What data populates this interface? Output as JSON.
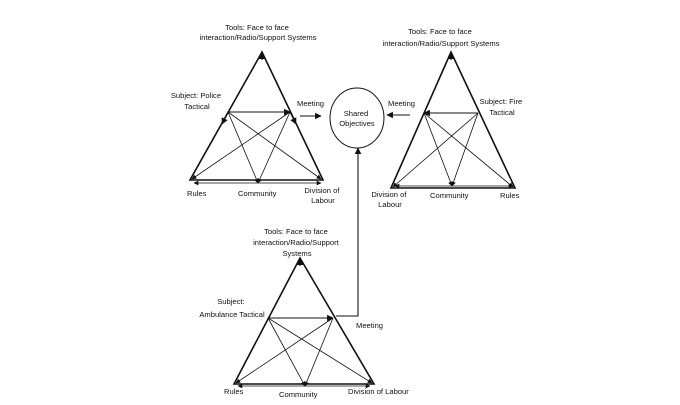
{
  "shared_objectives": [
    "Shared",
    "Objectives"
  ],
  "police": {
    "tools": [
      "Tools: Face to face",
      "interaction/Radio/Support Systems"
    ],
    "subject": [
      "Subject: Police",
      "Tactical"
    ],
    "meeting": "Meeting",
    "rules": "Rules",
    "community": "Community",
    "division": [
      "Division of",
      "Labour"
    ]
  },
  "fire": {
    "tools": [
      "Tools: Face to face",
      "interaction/Radio/Support  Systems"
    ],
    "subject": [
      "Subject: Fire",
      "Tactical"
    ],
    "meeting": "Meeting",
    "division": [
      "Division of",
      "Labour"
    ],
    "community": "Community",
    "rules": "Rules"
  },
  "ambulance": {
    "tools": [
      "Tools: Face to face",
      "interaction/Radio/Support",
      "Systems"
    ],
    "subject": [
      "Subject:",
      "Ambulance  Tactical"
    ],
    "meeting": "Meeting",
    "rules": "Rules",
    "community": "Community",
    "division": "Division of Labour"
  }
}
